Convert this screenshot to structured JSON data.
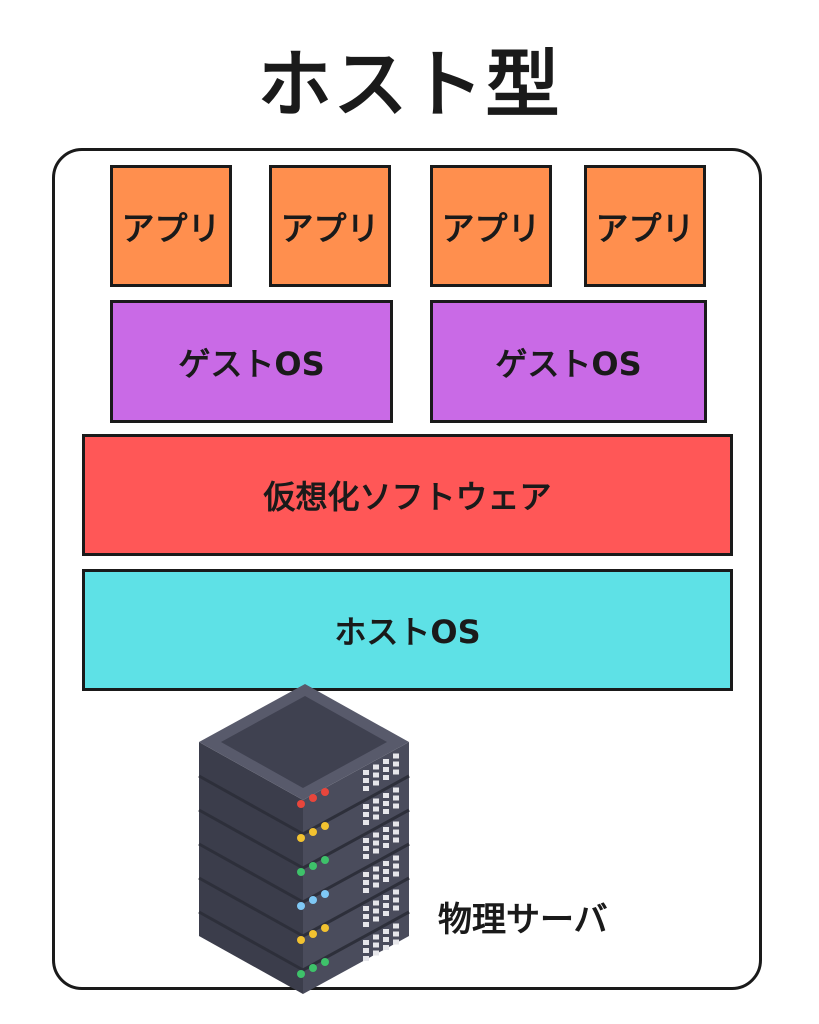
{
  "title": "ホスト型",
  "colors": {
    "app": "#ff8f4e",
    "guest_os": "#c96ae6",
    "virtualization": "#ff5757",
    "host_os": "#5ee1e6",
    "server_body": "#4a4c5c",
    "server_top": "#585a6b"
  },
  "apps": [
    "アプリ",
    "アプリ",
    "アプリ",
    "アプリ"
  ],
  "guest_os": [
    "ゲストOS",
    "ゲストOS"
  ],
  "virtualization_software": "仮想化ソフトウェア",
  "host_os": "ホストOS",
  "physical_server": "物理サーバ",
  "server_led_colors": [
    "#e8463c",
    "#f2c230",
    "#3ec26a",
    "#7fc8f5",
    "#f2c230",
    "#3ec26a"
  ]
}
